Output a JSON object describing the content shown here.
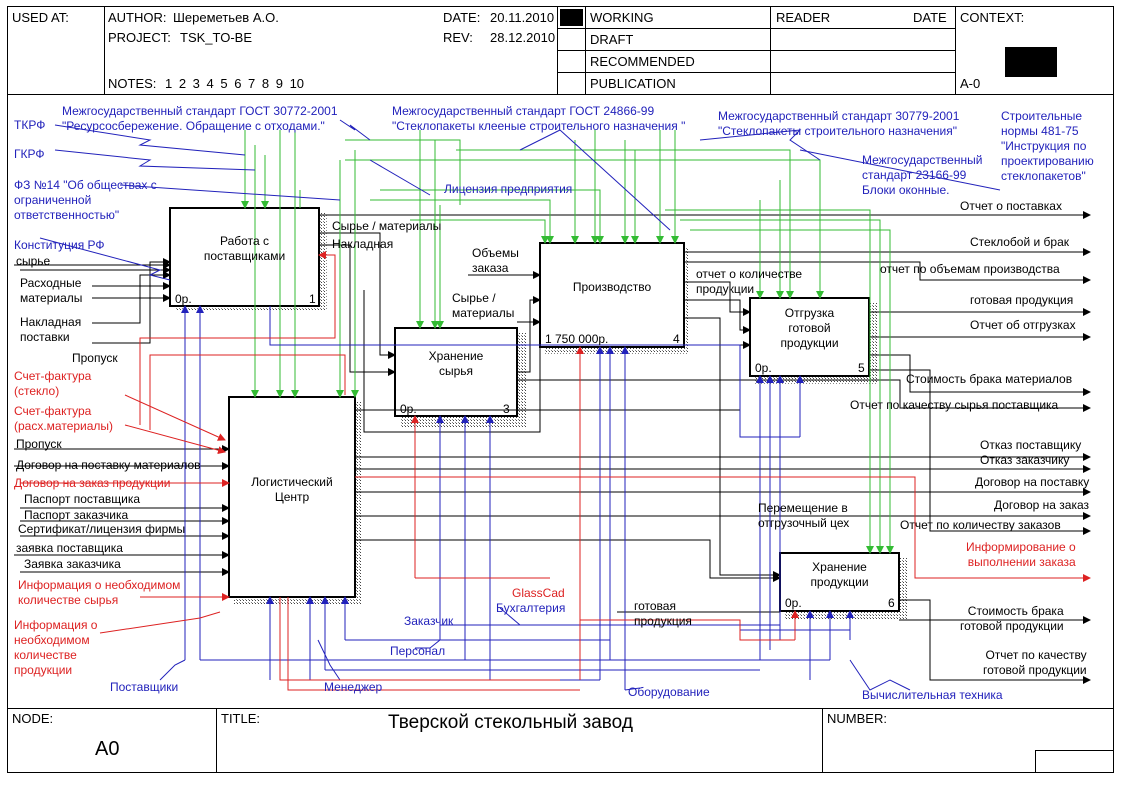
{
  "header": {
    "used_at": "USED AT:",
    "author_label": "AUTHOR:",
    "author": "Шереметьев А.О.",
    "project_label": "PROJECT:",
    "project": "TSK_TO-BE",
    "date_label": "DATE:",
    "date": "20.11.2010",
    "rev_label": "REV:",
    "rev": "28.12.2010",
    "notes_label": "NOTES:",
    "notes": "1 2 3 4 5 6 7 8 9 10",
    "status": [
      "WORKING",
      "DRAFT",
      "RECOMMENDED",
      "PUBLICATION"
    ],
    "reader": "READER",
    "reader_date": "DATE",
    "context": "CONTEXT:",
    "context_node": "A-0"
  },
  "footer": {
    "node_label": "NODE:",
    "node": "A0",
    "title_label": "TITLE:",
    "title": "Тверской стекольный завод",
    "number_label": "NUMBER:"
  },
  "colors": {
    "control": "#33bb33",
    "mechanism": "#2222bb",
    "red": "#dd2222",
    "black": "#000000"
  },
  "boxes": [
    {
      "name": "Работа с поставщиками",
      "lines": [
        "Работа с",
        "поставщиками"
      ],
      "cost": "0р.",
      "num": "1"
    },
    {
      "name": "Производство",
      "lines": [
        "Производство"
      ],
      "cost": "1 750 000р.",
      "num": "4"
    },
    {
      "name": "Хранение сырья",
      "lines": [
        "Хранение",
        "сырья"
      ],
      "cost": "0р.",
      "num": "3"
    },
    {
      "name": "Отгрузка готовой продукции",
      "lines": [
        "Отгрузка",
        "готовой",
        "продукции"
      ],
      "cost": "0р.",
      "num": "5"
    },
    {
      "name": "Логистический Центр",
      "lines": [
        "Логистический",
        "Центр"
      ],
      "cost": "",
      "num": ""
    },
    {
      "name": "Хранение продукции",
      "lines": [
        "Хранение",
        "продукции"
      ],
      "cost": "0р.",
      "num": "6"
    }
  ],
  "labels": [
    {
      "c": "mechanism",
      "lines": [
        "Межгосударственный стандарт ГОСТ 30772-2001",
        "\"Ресурсосбережение. Обращение с отходами.\""
      ]
    },
    {
      "c": "mechanism",
      "lines": [
        "Межгосударственный стандарт ГОСТ 24866-99",
        "\"Стеклопакеты клееные строительного назначения \""
      ]
    },
    {
      "c": "mechanism",
      "lines": [
        "Межгосударственный стандарт 30779-2001",
        "\"Стеклопакеты строительного назначения\""
      ]
    },
    {
      "c": "mechanism",
      "lines": [
        "Строительные",
        "нормы 481-75",
        "\"Инструкция по",
        "проектированию",
        "стеклопакетов\""
      ]
    },
    {
      "c": "mechanism",
      "lines": [
        "ТКРФ"
      ]
    },
    {
      "c": "mechanism",
      "lines": [
        "ГКРФ"
      ]
    },
    {
      "c": "mechanism",
      "lines": [
        "ФЗ №14 \"Об обществах с",
        "ограниченной",
        "ответственностью\""
      ]
    },
    {
      "c": "mechanism",
      "lines": [
        "Межгосударственный",
        "стандарт 23166-99",
        "Блоки оконные."
      ]
    },
    {
      "c": "mechanism",
      "lines": [
        "Лицензия предприятия"
      ]
    },
    {
      "c": "mechanism",
      "lines": [
        "Конституция РФ"
      ]
    },
    {
      "c": "black",
      "lines": [
        "сырье"
      ]
    },
    {
      "c": "black",
      "lines": [
        "Расходные",
        "материалы"
      ]
    },
    {
      "c": "black",
      "lines": [
        "Накладная",
        "поставки"
      ]
    },
    {
      "c": "black",
      "lines": [
        "Пропуск"
      ]
    },
    {
      "c": "red",
      "lines": [
        "Счет-фактура",
        "(стекло)"
      ]
    },
    {
      "c": "red",
      "lines": [
        "Счет-фактура",
        "(расх.материалы)"
      ]
    },
    {
      "c": "black",
      "lines": [
        "Пропуск"
      ]
    },
    {
      "c": "black",
      "lines": [
        "Договор на поставку материалов"
      ]
    },
    {
      "c": "red",
      "lines": [
        "Договор на заказ продукции"
      ]
    },
    {
      "c": "black",
      "lines": [
        "Паспорт поставщика"
      ]
    },
    {
      "c": "black",
      "lines": [
        "Паспорт заказчика"
      ]
    },
    {
      "c": "black",
      "lines": [
        "Сертификат/лицензия фирмы"
      ]
    },
    {
      "c": "black",
      "lines": [
        "заявка поставщика"
      ]
    },
    {
      "c": "black",
      "lines": [
        "Заявка заказчика"
      ]
    },
    {
      "c": "red",
      "lines": [
        "Информация о необходимом",
        "количестве сырья"
      ]
    },
    {
      "c": "red",
      "lines": [
        "Информация о",
        "необходимом",
        "количестве",
        "продукции"
      ]
    },
    {
      "c": "mechanism",
      "lines": [
        "Поставщики"
      ]
    },
    {
      "c": "mechanism",
      "lines": [
        "Менеджер"
      ]
    },
    {
      "c": "mechanism",
      "lines": [
        "Персонал"
      ]
    },
    {
      "c": "mechanism",
      "lines": [
        "Заказчик"
      ]
    },
    {
      "c": "red",
      "lines": [
        "GlassCad"
      ]
    },
    {
      "c": "mechanism",
      "lines": [
        "Бухгалтерия"
      ]
    },
    {
      "c": "black",
      "lines": [
        "готовая",
        "продукция"
      ]
    },
    {
      "c": "mechanism",
      "lines": [
        "Оборудование"
      ]
    },
    {
      "c": "mechanism",
      "lines": [
        "Вычислительная техника"
      ]
    },
    {
      "c": "black",
      "lines": [
        "Сырье / материалы"
      ]
    },
    {
      "c": "black",
      "lines": [
        "Накладная"
      ]
    },
    {
      "c": "black",
      "lines": [
        "Объемы",
        "заказа"
      ]
    },
    {
      "c": "black",
      "lines": [
        "Сырье /",
        "материалы"
      ]
    },
    {
      "c": "black",
      "lines": [
        "отчет о количестве",
        "продукции"
      ]
    },
    {
      "c": "black",
      "lines": [
        "Отчет о поставках"
      ]
    },
    {
      "c": "black",
      "lines": [
        "Стеклобой и брак"
      ]
    },
    {
      "c": "black",
      "lines": [
        "отчет по объемам производства"
      ]
    },
    {
      "c": "black",
      "lines": [
        "готовая продукция"
      ]
    },
    {
      "c": "black",
      "lines": [
        "Отчет об отгрузках"
      ]
    },
    {
      "c": "black",
      "lines": [
        "Стоимость брака материалов"
      ]
    },
    {
      "c": "black",
      "lines": [
        "Отчет по качеству сырья поставщика"
      ]
    },
    {
      "c": "black",
      "lines": [
        "Отказ поставщику"
      ]
    },
    {
      "c": "black",
      "lines": [
        "Отказ заказчику"
      ]
    },
    {
      "c": "black",
      "lines": [
        "Договор на поставку"
      ]
    },
    {
      "c": "black",
      "lines": [
        "Договор на заказ"
      ]
    },
    {
      "c": "black",
      "lines": [
        "Перемещение в",
        "отгрузочный цех"
      ]
    },
    {
      "c": "black",
      "lines": [
        "Отчет по количеству заказов"
      ]
    },
    {
      "c": "red",
      "lines": [
        "Информирование о",
        "выполнении заказа"
      ]
    },
    {
      "c": "black",
      "lines": [
        "Стоимость брака",
        "готовой продукции"
      ]
    },
    {
      "c": "black",
      "lines": [
        "Отчет по качеству",
        "готовой продукции"
      ]
    }
  ]
}
